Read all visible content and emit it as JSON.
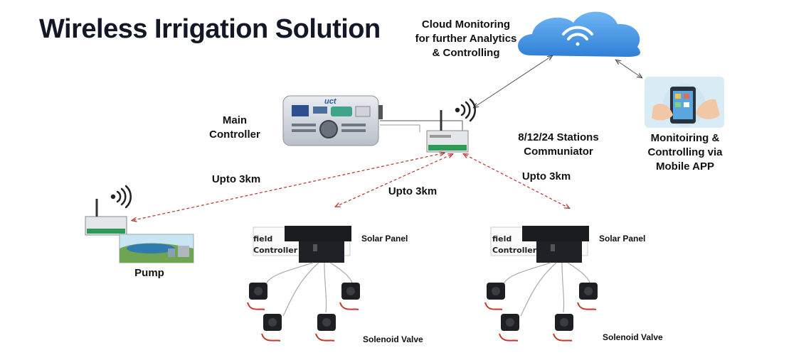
{
  "title": "Wireless Irrigation Solution",
  "labels": {
    "cloud": "Cloud Monitoring\nfor further Analytics\n& Controlling",
    "main_controller": "Main\nController",
    "stations": "8/12/24 Stations\nCommuniator",
    "mobile": "Monitoiring &\nControlling via\nMobile APP",
    "link_pump": "Upto 3km",
    "link_field1": "Upto 3km",
    "link_field2": "Upto 3km",
    "pump": "Pump",
    "solar_panel_1": "Solar Panel",
    "solar_panel_2": "Solar Panel",
    "solenoid_valve_1": "Solenoid Valve",
    "solenoid_valve_2": "Solenoid Valve",
    "field_word_1": "field",
    "controller_word_1": "Controller",
    "field_word_2": "field",
    "controller_word_2": "Controller",
    "brand_mark": "uct"
  },
  "colors": {
    "cloud": "#3d8fe0",
    "link_dashed": "#b2352c",
    "link_solid": "#555555",
    "title": "#121826"
  }
}
